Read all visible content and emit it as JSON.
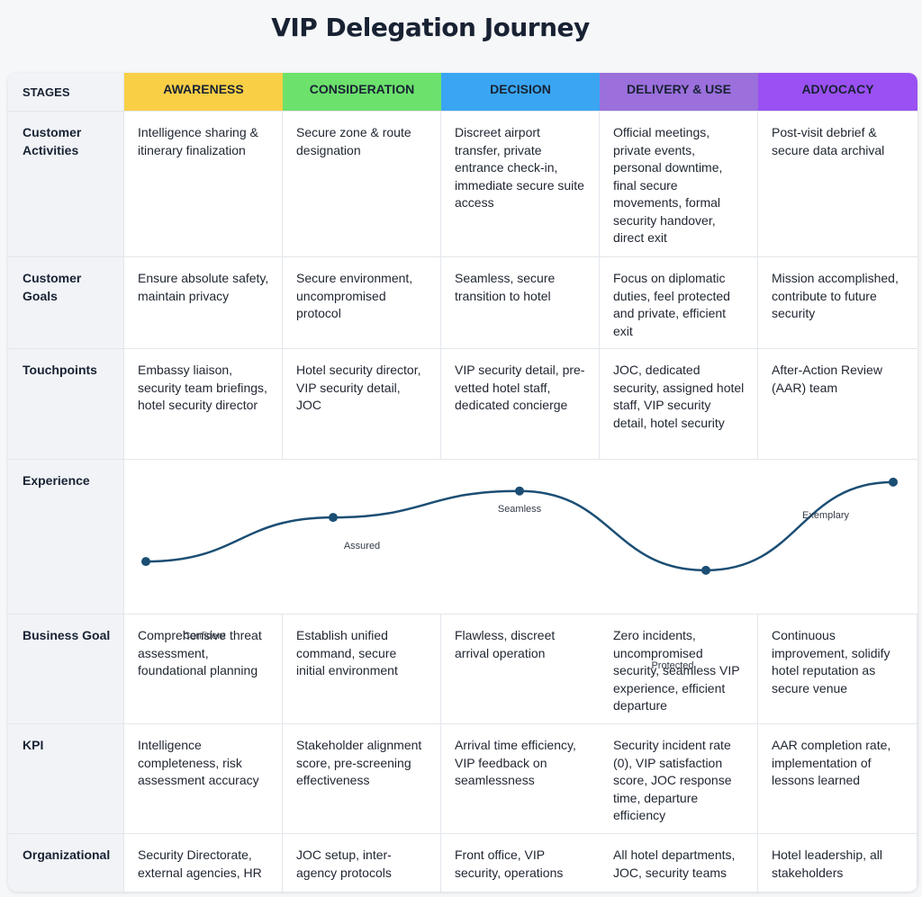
{
  "title": "VIP Delegation Journey",
  "stages_label": "STAGES",
  "stages": [
    {
      "label": "AWARENESS",
      "color": "#f9cf46"
    },
    {
      "label": "CONSIDERATION",
      "color": "#6ce16c"
    },
    {
      "label": "DECISION",
      "color": "#3aa6f3"
    },
    {
      "label": "DELIVERY & USE",
      "color": "#9b6fdc"
    },
    {
      "label": "ADVOCACY",
      "color": "#9a50f2"
    }
  ],
  "rows": [
    {
      "label": "Customer Activities",
      "cells": [
        "Intelligence sharing & itinerary finalization",
        "Secure zone & route designation",
        "Discreet airport transfer, private entrance check-in, immediate secure suite access",
        "Official meetings, private events, personal downtime, final secure movements, formal security handover, direct exit",
        "Post-visit debrief & secure data archival"
      ]
    },
    {
      "label": "Customer Goals",
      "cells": [
        "Ensure absolute safety, maintain privacy",
        "Secure environment, uncompromised protocol",
        "Seamless, secure transition to hotel",
        "Focus on diplomatic duties, feel protected and private, efficient exit",
        "Mission accomplished, contribute to future security"
      ]
    },
    {
      "label": "Touchpoints",
      "cells": [
        "Embassy liaison, security team briefings, hotel security director",
        "Hotel security director, VIP security detail, JOC",
        "VIP security detail, pre-vetted hotel staff, dedicated concierge",
        "JOC, dedicated security, assigned hotel staff, VIP security detail, hotel security",
        "After-Action Review (AAR) team"
      ]
    }
  ],
  "experience": {
    "label": "Experience",
    "line_color": "#1b4e74",
    "points": [
      {
        "stage": "AWARENESS",
        "level": 0.62,
        "label": "Confident"
      },
      {
        "stage": "CONSIDERATION",
        "level": 0.82,
        "label": "Assured"
      },
      {
        "stage": "DECISION",
        "level": 0.94,
        "label": "Seamless"
      },
      {
        "stage": "DELIVERY & USE",
        "level": 0.58,
        "label": "Protected"
      },
      {
        "stage": "ADVOCACY",
        "level": 0.98,
        "label": "Exemplary"
      }
    ]
  },
  "rows_after": [
    {
      "label": "Business Goal",
      "cells": [
        "Comprehensive threat assessment, foundational planning",
        "Establish unified command, secure initial environment",
        "Flawless, discreet arrival operation",
        "Zero incidents, uncompromised security, seamless VIP experience, efficient departure",
        "Continuous improvement, solidify hotel reputation as secure venue"
      ]
    },
    {
      "label": "KPI",
      "cells": [
        "Intelligence completeness, risk assessment accuracy",
        "Stakeholder alignment score, pre-screening effectiveness",
        "Arrival time efficiency, VIP feedback on seamlessness",
        "Security incident rate (0), VIP satisfaction score, JOC response time, departure efficiency",
        "AAR completion rate, implementation of lessons learned"
      ]
    },
    {
      "label": "Organizational",
      "cells": [
        "Security Directorate, external agencies, HR",
        "JOC setup, inter-agency protocols",
        "Front office, VIP security, operations",
        "All hotel departments, JOC, security teams",
        "Hotel leadership, all stakeholders"
      ]
    }
  ]
}
